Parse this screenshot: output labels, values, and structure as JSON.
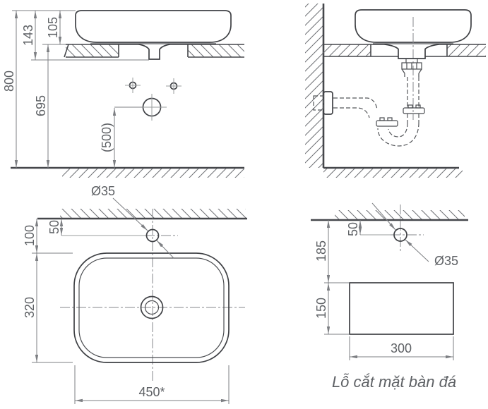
{
  "front_view": {
    "height_800": "800",
    "height_143": "143",
    "height_105": "105",
    "height_695": "695",
    "height_500": "(500)"
  },
  "plan_view": {
    "dia_label": "Ø35",
    "dim_50": "50",
    "dim_100": "100",
    "dim_320": "320",
    "dim_450": "450*"
  },
  "cutout_view": {
    "dia_label": "Ø35",
    "dim_50": "50",
    "dim_185": "185",
    "dim_150": "150",
    "dim_300": "300",
    "caption": "Lỗ cắt mặt bàn đá"
  },
  "colors": {
    "object_line": "#3f4145",
    "dimension_line": "#7d7f83",
    "text": "#5e6165",
    "background": "#ffffff"
  }
}
